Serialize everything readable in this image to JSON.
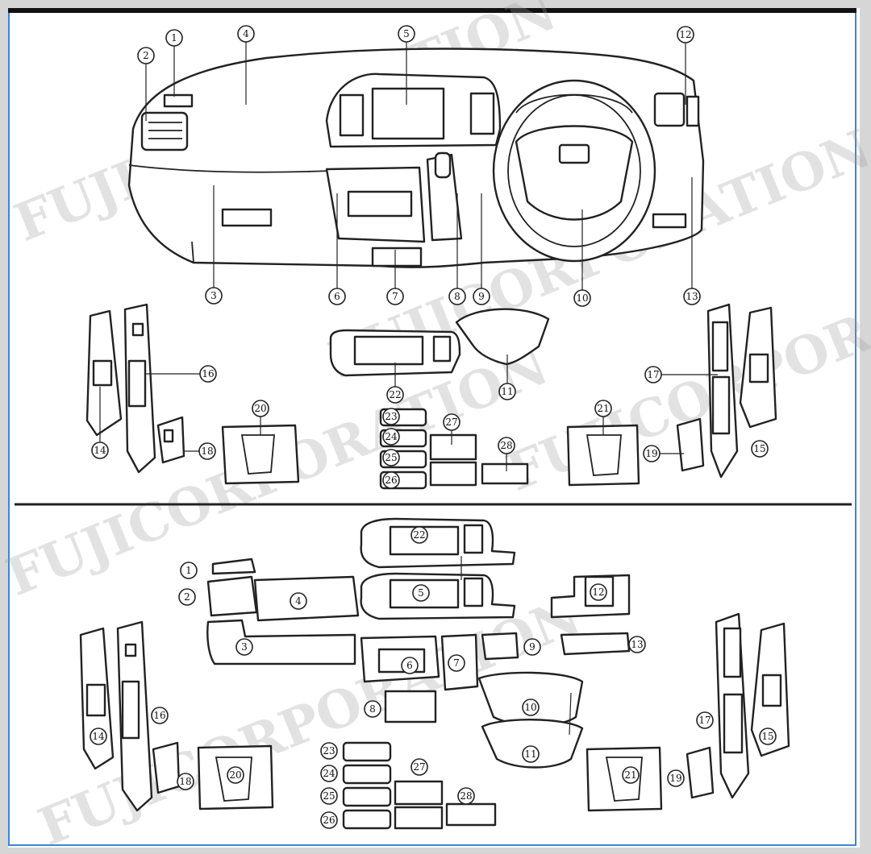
{
  "watermark": "FUJICORPORATION",
  "top_diagram": {
    "labels": [
      {
        "n": "1"
      },
      {
        "n": "2"
      },
      {
        "n": "3"
      },
      {
        "n": "4"
      },
      {
        "n": "5"
      },
      {
        "n": "6"
      },
      {
        "n": "7"
      },
      {
        "n": "8"
      },
      {
        "n": "9"
      },
      {
        "n": "10"
      },
      {
        "n": "11"
      },
      {
        "n": "12"
      },
      {
        "n": "13"
      },
      {
        "n": "14"
      },
      {
        "n": "15"
      },
      {
        "n": "16"
      },
      {
        "n": "17"
      },
      {
        "n": "18"
      },
      {
        "n": "19"
      },
      {
        "n": "20"
      },
      {
        "n": "21"
      },
      {
        "n": "22"
      },
      {
        "n": "23"
      },
      {
        "n": "24"
      },
      {
        "n": "25"
      },
      {
        "n": "26"
      },
      {
        "n": "27"
      },
      {
        "n": "28"
      }
    ]
  },
  "bottom_diagram": {
    "labels": [
      {
        "n": "1"
      },
      {
        "n": "2"
      },
      {
        "n": "3"
      },
      {
        "n": "4"
      },
      {
        "n": "5"
      },
      {
        "n": "6"
      },
      {
        "n": "7"
      },
      {
        "n": "8"
      },
      {
        "n": "9"
      },
      {
        "n": "10"
      },
      {
        "n": "11"
      },
      {
        "n": "12"
      },
      {
        "n": "13"
      },
      {
        "n": "14"
      },
      {
        "n": "15"
      },
      {
        "n": "16"
      },
      {
        "n": "17"
      },
      {
        "n": "18"
      },
      {
        "n": "19"
      },
      {
        "n": "20"
      },
      {
        "n": "21"
      },
      {
        "n": "22"
      },
      {
        "n": "23"
      },
      {
        "n": "24"
      },
      {
        "n": "25"
      },
      {
        "n": "26"
      },
      {
        "n": "27"
      },
      {
        "n": "28"
      }
    ]
  }
}
